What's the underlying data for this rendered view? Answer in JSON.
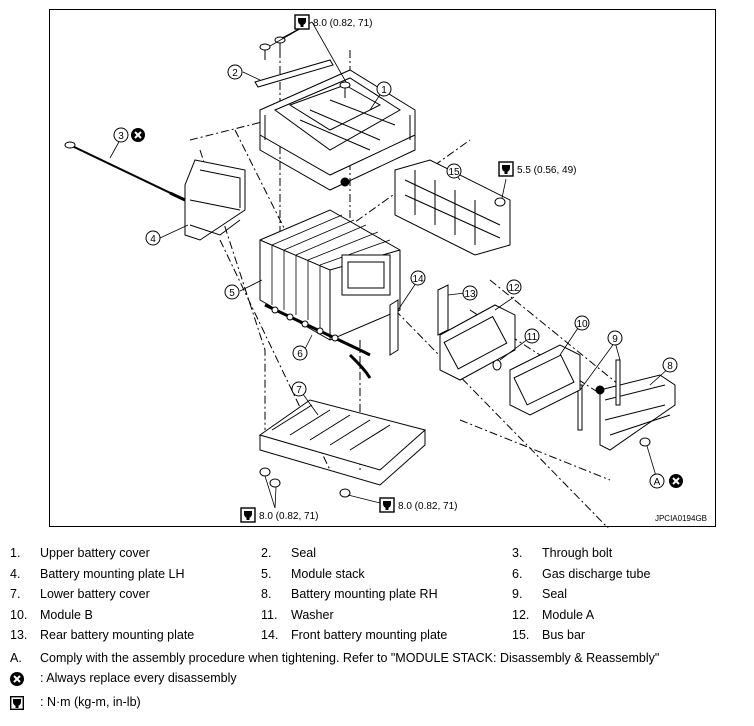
{
  "figure": {
    "code": "JPCIA0194GB",
    "torque_labels": [
      "8.0 (0.82, 71)",
      "5.5 (0.56, 49)",
      "8.0 (0.82, 71)",
      "8.0 (0.82, 71)"
    ],
    "callouts": [
      "1",
      "2",
      "3",
      "4",
      "5",
      "6",
      "7",
      "8",
      "9",
      "10",
      "11",
      "12",
      "13",
      "14",
      "15"
    ],
    "ref_letter": "A"
  },
  "legend": {
    "items": [
      {
        "num": "1.",
        "text": "Upper battery cover"
      },
      {
        "num": "2.",
        "text": "Seal"
      },
      {
        "num": "3.",
        "text": "Through bolt"
      },
      {
        "num": "4.",
        "text": "Battery mounting plate LH"
      },
      {
        "num": "5.",
        "text": "Module stack"
      },
      {
        "num": "6.",
        "text": "Gas discharge tube"
      },
      {
        "num": "7.",
        "text": "Lower battery cover"
      },
      {
        "num": "8.",
        "text": "Battery mounting plate RH"
      },
      {
        "num": "9.",
        "text": "Seal"
      },
      {
        "num": "10.",
        "text": "Module B"
      },
      {
        "num": "11.",
        "text": "Washer"
      },
      {
        "num": "12.",
        "text": "Module A"
      },
      {
        "num": "13.",
        "text": "Rear battery mounting plate"
      },
      {
        "num": "14.",
        "text": "Front battery mounting plate"
      },
      {
        "num": "15.",
        "text": "Bus bar"
      }
    ],
    "note_letter": "A.",
    "note_text": "Comply with the assembly procedure when tightening. Refer to \"MODULE STACK: Disassembly & Reassembly\"",
    "replace_text": ": Always replace every disassembly",
    "torque_unit_text": ": N·m (kg-m, in-lb)"
  }
}
